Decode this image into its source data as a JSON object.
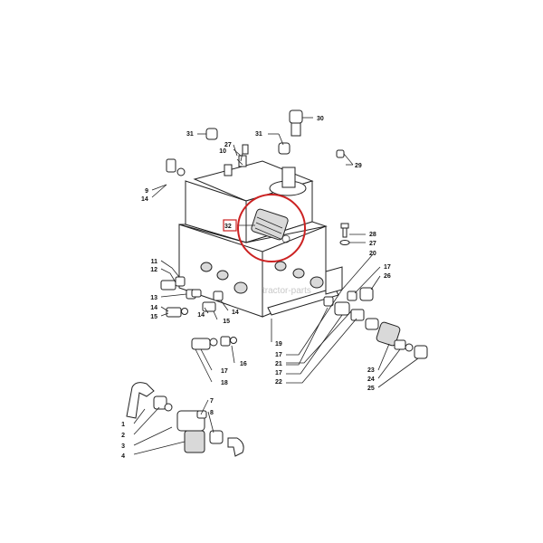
{
  "callouts": [
    "1",
    "2",
    "3",
    "4",
    "7",
    "8",
    "9",
    "10",
    "11",
    "12",
    "13",
    "14",
    "15",
    "16",
    "17",
    "18",
    "19",
    "20",
    "21",
    "22",
    "23",
    "24",
    "25",
    "26",
    "27",
    "28",
    "29",
    "30",
    "31",
    "32"
  ],
  "highlight": {
    "label": "32",
    "color": "#cc2222"
  },
  "watermark": "tractor-parts"
}
